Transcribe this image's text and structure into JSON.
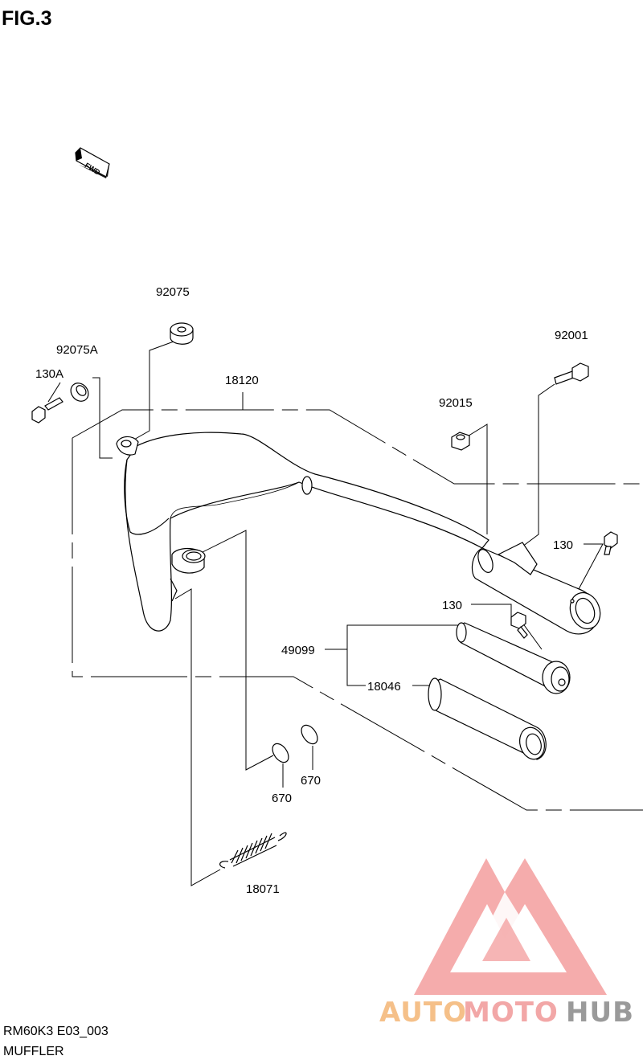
{
  "figure": {
    "title": "FIG.3",
    "fwd_label": "FWD"
  },
  "parts": {
    "p92075": "92075",
    "p92075A": "92075A",
    "p130A": "130A",
    "p18120": "18120",
    "p92001": "92001",
    "p92015": "92015",
    "p130_upper": "130",
    "p130_lower": "130",
    "p49099": "49099",
    "p18046": "18046",
    "p670_left": "670",
    "p670_right": "670",
    "p18071": "18071"
  },
  "footer": {
    "code": "RM60K3 E03_003",
    "name": "MUFFLER"
  },
  "watermark": {
    "part1": "AUTO",
    "part2": "MOTO",
    "part3": "HUB",
    "colors": {
      "auto": "#f5c089",
      "moto": "#f2a7a7",
      "hub": "#9a9a9a",
      "triangle": "#f4a3a3"
    }
  }
}
